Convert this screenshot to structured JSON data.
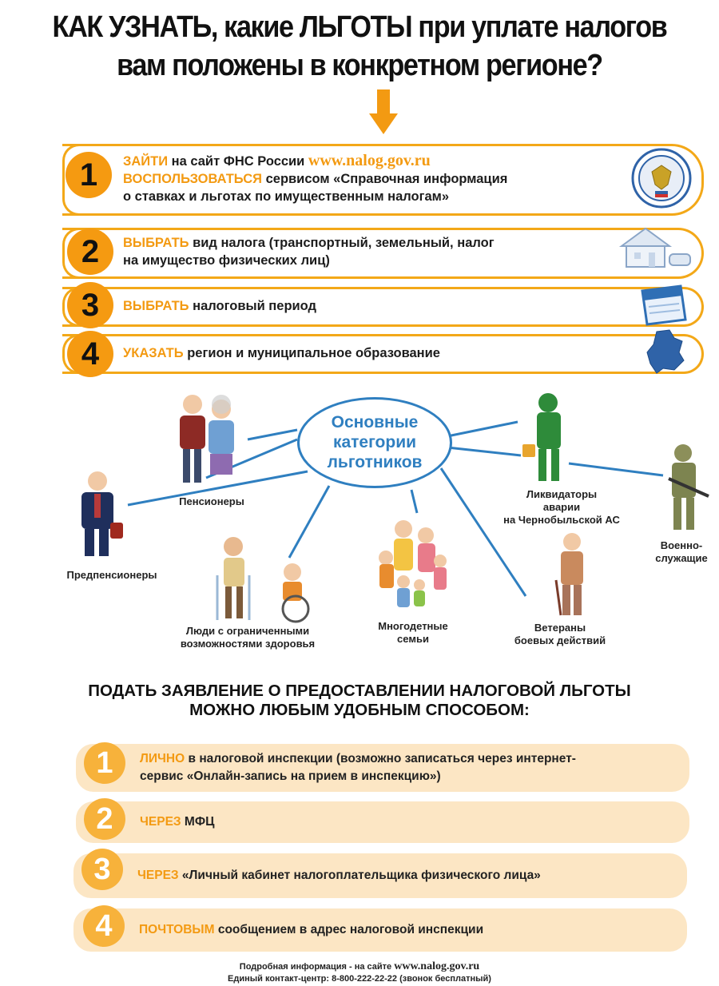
{
  "title": {
    "line1": "КАК УЗНАТЬ, какие ЛЬГОТЫ при уплате налогов",
    "line2": "вам положены в конкретном регионе?"
  },
  "steps": [
    {
      "num": "1",
      "kw": "ЗАЙТИ",
      "text": " на сайт ФНС России ",
      "site": "www.nalog.gov.ru",
      "kw2": "ВОСПОЛЬЗОВАТЬСЯ",
      "text2": " сервисом «Справочная информация",
      "text3": "о ставках и льготах по имущественным налогам»",
      "icon": "fns-emblem-icon"
    },
    {
      "num": "2",
      "kw": "ВЫБРАТЬ",
      "text": " вид налога (транспортный, земельный, налог",
      "text2": "на имущество физических лиц)",
      "icon": "house-icon"
    },
    {
      "num": "3",
      "kw": "ВЫБРАТЬ",
      "text": " налоговый период",
      "icon": "calendar-icon"
    },
    {
      "num": "4",
      "kw": "УКАЗАТЬ",
      "text": " регион и муниципальное образование",
      "icon": "region-map-icon"
    }
  ],
  "center": {
    "l1": "Основные",
    "l2": "категории",
    "l3": "льготников"
  },
  "categories": {
    "pensioners": "Пенсионеры",
    "prepension": "Предпенсионеры",
    "disabled_l1": "Люди с ограниченными",
    "disabled_l2": "возможностями здоровья",
    "large_l1": "Многодетные",
    "large_l2": "семьи",
    "chernobyl_l1": "Ликвидаторы",
    "chernobyl_l2": "аварии",
    "chernobyl_l3": "на Чернобыльской АС",
    "veterans_l1": "Ветераны",
    "veterans_l2": "боевых действий",
    "military_l1": "Военно-",
    "military_l2": "служащие"
  },
  "subhead": {
    "l1": "ПОДАТЬ ЗАЯВЛЕНИЕ О ПРЕДОСТАВЛЕНИИ НАЛОГОВОЙ ЛЬГОТЫ",
    "l2": "МОЖНО ЛЮБЫМ УДОБНЫМ СПОСОБОМ:"
  },
  "ways": [
    {
      "num": "1",
      "kw": "ЛИЧНО",
      "text": " в налоговой инспекции (возможно записаться через интернет-",
      "text2": "сервис «Онлайн-запись на прием в инспекцию»)"
    },
    {
      "num": "2",
      "kw": "ЧЕРЕЗ",
      "text": "  МФЦ"
    },
    {
      "num": "3",
      "kw": "ЧЕРЕЗ",
      "text": "  «Личный кабинет налогоплательщика физического лица»"
    },
    {
      "num": "4",
      "kw": "ПОЧТОВЫМ",
      "text": "  сообщением в адрес налоговой инспекции"
    }
  ],
  "footer": {
    "l1a": "Подробная информация - на сайте  ",
    "l1b": "www.nalog.gov.ru",
    "l2": "Единый контакт-центр: 8-800-222-22-22 (звонок бесплатный)"
  },
  "colors": {
    "accent": "#f39a12",
    "blue": "#2f7fc0",
    "pill": "#fce6c4"
  }
}
